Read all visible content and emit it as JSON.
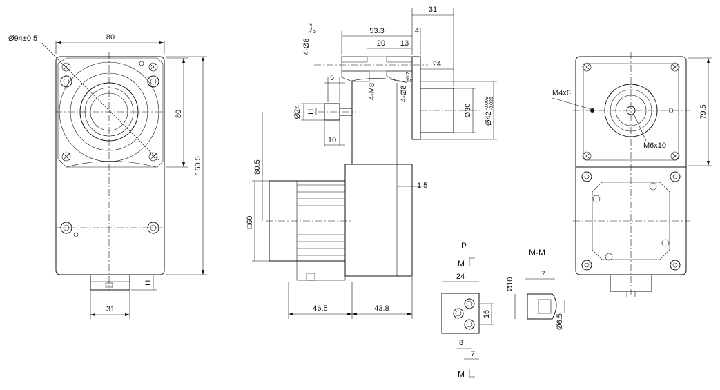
{
  "colors": {
    "line": "#111111",
    "background": "#ffffff",
    "hatch": "#222222"
  },
  "front_view": {
    "dia_pcd": "Ø94±0.5",
    "width_top": "80",
    "height_flange": "80",
    "height_total": "160.5",
    "shaft_height": "11",
    "shaft_width": "31"
  },
  "side_view": {
    "dim_31": "31",
    "dim_4": "4",
    "dim_53_3": "53.3",
    "hole_spec": "4-Ø8",
    "hole_tol_upper": "+0.2",
    "hole_tol_lower": "0",
    "dim_20": "20",
    "dim_13": "13",
    "dim_24": "24",
    "dim_5": "5",
    "thread_4m8": "4-M8",
    "hole2_spec": "4-Ø8",
    "hole2_tol_upper": "+0.2",
    "hole2_tol_lower": "0",
    "dia_24": "Ø24",
    "dim_11": "11",
    "dia_30": "Ø30",
    "dia_42": "Ø42",
    "dia_42_tol_upper": "-0.009",
    "dia_42_tol_lower": "-0.025",
    "dim_10": "10",
    "dim_80_5": "80.5",
    "dim_1_5": "1.5",
    "square_60": "□60",
    "dim_46_5": "46.5",
    "dim_43_8": "43.8"
  },
  "detail_p": {
    "title": "P",
    "section_mark": "M",
    "dim_24": "24",
    "dim_16": "16",
    "dim_8": "8",
    "dim_7": "7"
  },
  "section_mm": {
    "title": "M-M",
    "dim_7": "7",
    "dia_10": "Ø10",
    "dia_6_5": "Ø6.5"
  },
  "rear_view": {
    "thread_m4x6": "M4x6",
    "thread_m6x10": "M6x10",
    "dim_79_5": "79.5"
  }
}
